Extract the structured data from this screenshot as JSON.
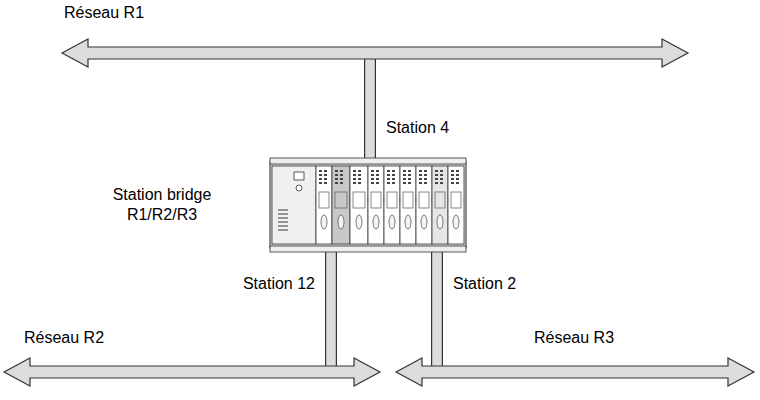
{
  "diagram": {
    "nodes": [
      {
        "text": [
          "Réseau R1"
        ]
      },
      {
        "text": [
          "Station bridge R1/R2/R3"
        ]
      },
      {
        "text": [
          "Réseau R2"
        ]
      },
      {
        "text": [
          "Réseau R3"
        ]
      }
    ],
    "edges": [
      {
        "from": 1,
        "to": 0,
        "arrow": "none",
        "label": "Station 4"
      },
      {
        "from": 1,
        "to": 2,
        "arrow": "none",
        "label": "Station 12"
      },
      {
        "from": 1,
        "to": 3,
        "arrow": "none",
        "label": "Station 2"
      }
    ]
  }
}
